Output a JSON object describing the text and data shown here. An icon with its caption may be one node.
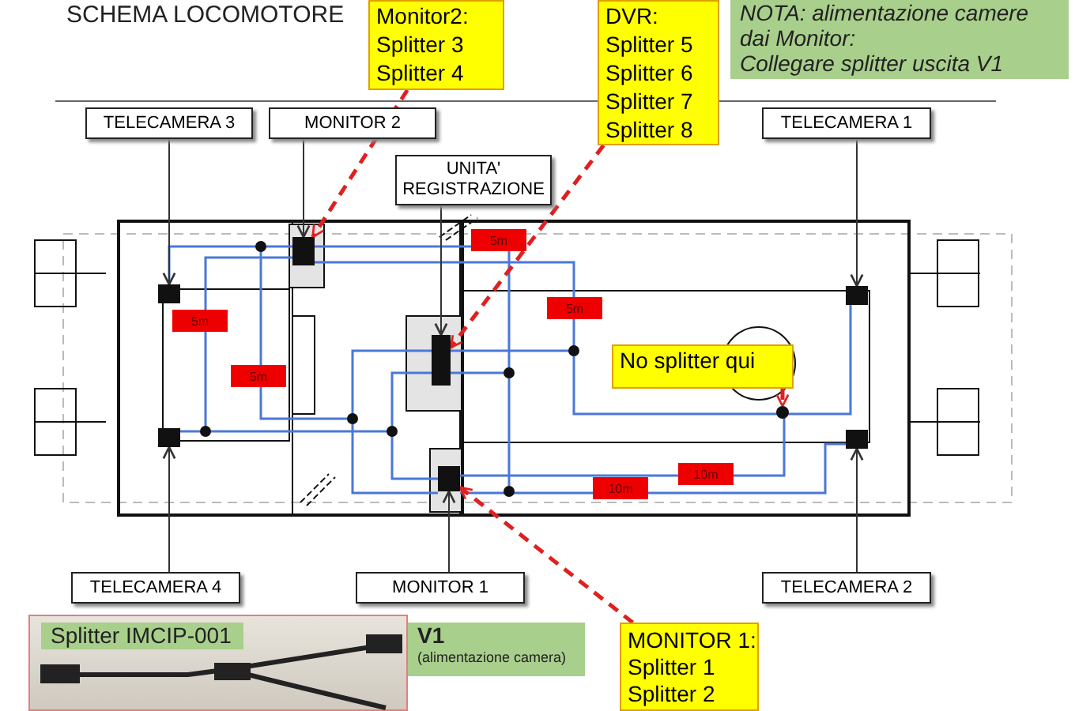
{
  "diagram": {
    "title": "SCHEMA LOCOMOTORE",
    "nodes": [
      {
        "text": [
          "Monitor2:",
          "Splitter 3",
          "Splitter 4"
        ]
      },
      {
        "text": [
          "DVR:",
          "Splitter 5",
          "Splitter 6",
          "Splitter 7",
          "Splitter 8"
        ]
      },
      {
        "text": [
          "NOTA: alimentazione camere dai Monitor:",
          "Collegare splitter uscita V1"
        ]
      },
      {
        "text": [
          "TELECAMERA 3"
        ]
      },
      {
        "text": [
          "MONITOR 2"
        ]
      },
      {
        "text": [
          "UNITA' REGISTRAZIONE"
        ]
      },
      {
        "text": [
          "TELECAMERA 1"
        ]
      },
      {
        "text": [],
        "shape": "box"
      },
      {
        "text": [],
        "shape": "box"
      },
      {
        "text": [],
        "shape": "box"
      },
      {
        "text": [],
        "shape": "box"
      },
      {
        "text": [],
        "shape": "box"
      },
      {
        "text": [],
        "shape": "box"
      },
      {
        "text": [],
        "shape": "box"
      },
      {
        "text": [
          "No splitter qui"
        ]
      },
      {
        "text": [],
        "shape": "circle"
      },
      {
        "text": [
          "TELECAMERA 4"
        ]
      },
      {
        "text": [
          "MONITOR 1"
        ]
      },
      {
        "text": [
          "TELECAMERA 2"
        ]
      },
      {
        "text": [
          "MONITOR 1:",
          "Splitter 1",
          "Splitter 2"
        ]
      },
      {
        "text": [],
        "shape": "picture"
      },
      {
        "text": [
          "Splitter IMCIP-001"
        ],
        "in": 20
      },
      {
        "text": [
          "V1",
          "(alimentazione camera)"
        ]
      }
    ],
    "edges": [
      {
        "from": 3,
        "to": 7,
        "arrow": "to"
      },
      {
        "from": 4,
        "to": 8,
        "arrow": "to"
      },
      {
        "from": 5,
        "to": 9,
        "arrow": "to"
      },
      {
        "from": 6,
        "to": 10,
        "arrow": "to"
      },
      {
        "from": 16,
        "to": 11,
        "arrow": "to"
      },
      {
        "from": 17,
        "to": 12,
        "arrow": "to"
      },
      {
        "from": 18,
        "to": 13,
        "arrow": "to"
      },
      {
        "from": 0,
        "to": 8,
        "arrow": "to",
        "style": "dashed",
        "color": "#e02020"
      },
      {
        "from": 1,
        "to": 9,
        "arrow": "to",
        "style": "dashed",
        "color": "#e02020"
      },
      {
        "from": 14,
        "to": 15,
        "arrow": "to",
        "style": "dashed",
        "color": "#e02020"
      },
      {
        "from": 19,
        "to": 12,
        "arrow": "to",
        "style": "dashed",
        "color": "#e02020"
      }
    ],
    "labels": [
      "5m",
      "5m",
      "5m",
      "5m",
      "10m",
      "10m"
    ]
  }
}
